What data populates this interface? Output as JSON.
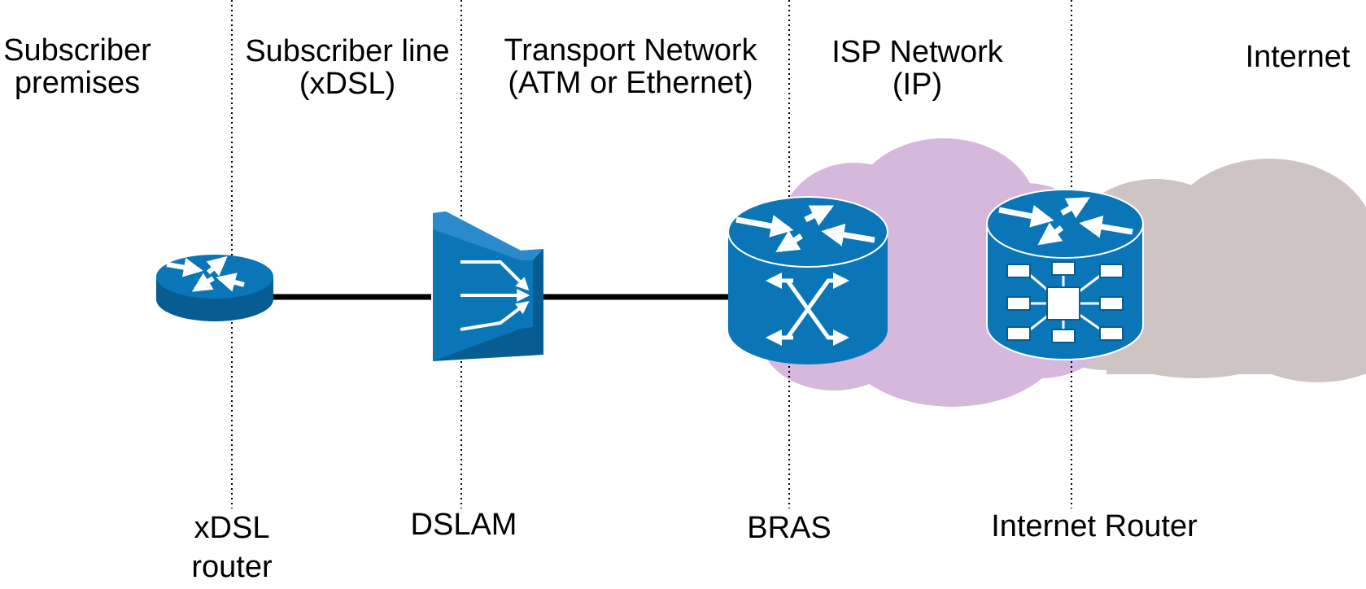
{
  "zones": {
    "subscriber_premises": [
      "Subscriber",
      "premises"
    ],
    "subscriber_line": [
      "Subscriber line",
      "(xDSL)"
    ],
    "transport_network": [
      "Transport Network",
      "(ATM or Ethernet)"
    ],
    "isp_network": [
      "ISP Network",
      "(IP)"
    ],
    "internet": "Internet"
  },
  "devices": {
    "xdsl_router": [
      "xDSL",
      "router"
    ],
    "dslam": "DSLAM",
    "bras": "BRAS",
    "internet_router": "Internet Router"
  },
  "colors": {
    "device_blue": "#0A76B8",
    "device_dark": "#075C91",
    "isp_cloud": "#D5B8DC",
    "internet_cloud": "#CFC4C4",
    "line": "#000000"
  },
  "icons": [
    "router-icon",
    "dslam-icon",
    "bras-icon",
    "internet-router-icon",
    "isp-cloud-icon",
    "internet-cloud-icon"
  ]
}
